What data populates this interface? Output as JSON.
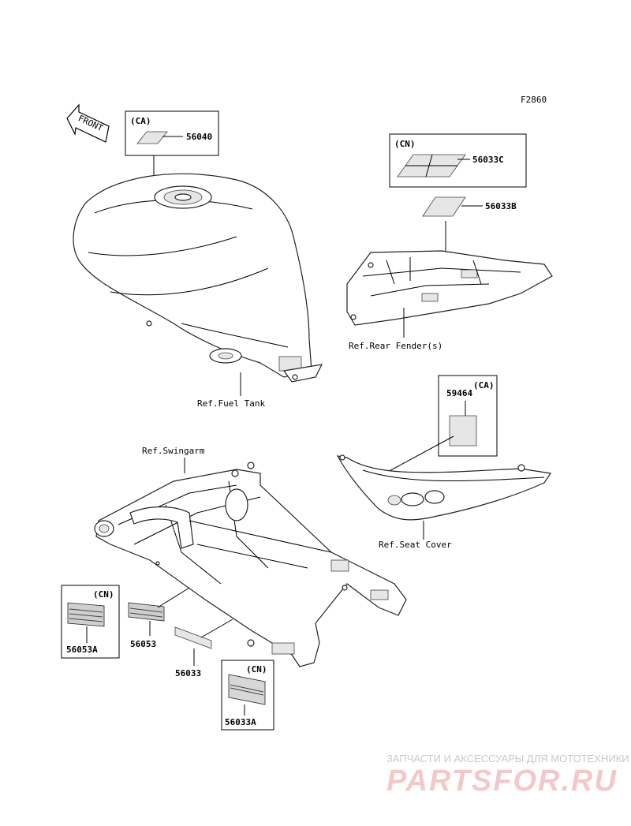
{
  "diagram_code": "F2860",
  "front_arrow": "FRONT",
  "boxes": {
    "tank_label": {
      "region": "(CA)",
      "part": "56040"
    },
    "rear_label_c": {
      "region": "(CN)",
      "part": "56033C"
    },
    "seat_label": {
      "region": "(CA)",
      "part": "59464"
    },
    "sticker_56053a": {
      "region": "(CN)",
      "part": "56053A"
    },
    "sticker_56033a": {
      "region": "(CN)",
      "part": "56033A"
    }
  },
  "parts": {
    "p56033b": "56033B",
    "p56053": "56053",
    "p56033": "56033"
  },
  "refs": {
    "fuel_tank": "Ref.Fuel Tank",
    "rear_fender": "Ref.Rear Fender(s)",
    "swingarm": "Ref.Swingarm",
    "seat_cover": "Ref.Seat Cover"
  },
  "watermark": {
    "line1": "ЗАПЧАСТИ И АКСЕССУАРЫ ДЛЯ МОТОТЕХНИКИ",
    "line2": "PARTSFOR.RU"
  }
}
